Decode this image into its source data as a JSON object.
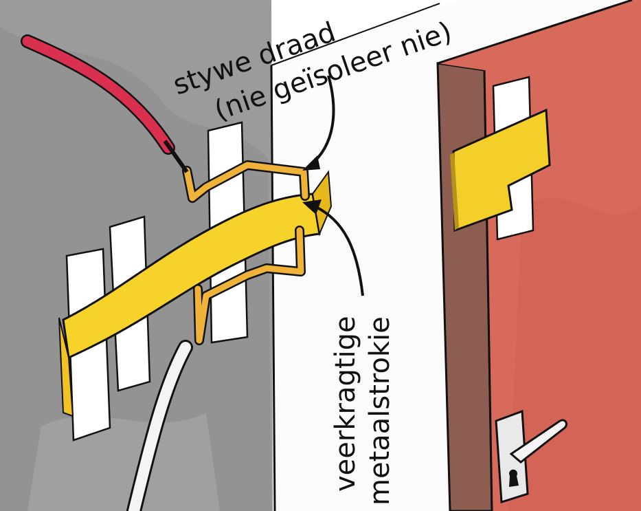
{
  "labels": {
    "wire_line1": "stywe draad",
    "wire_line2": "(nie geïsoleer nie)",
    "strip_line1": "veerkragtige",
    "strip_line2": "metaalstrokie"
  },
  "colors": {
    "wall": "#9a9a9a",
    "door_frame": "#ffffff",
    "door_face": "#d8685c",
    "door_edge": "#8f5a50",
    "metal_strip": "#f6d22a",
    "copper_wire": "#f0b43a",
    "red_insulation": "#d8304e",
    "tape": "#ffffff",
    "outline": "#111111"
  },
  "icons": [
    "handle-icon",
    "keyhole-icon",
    "arrow-icon"
  ]
}
